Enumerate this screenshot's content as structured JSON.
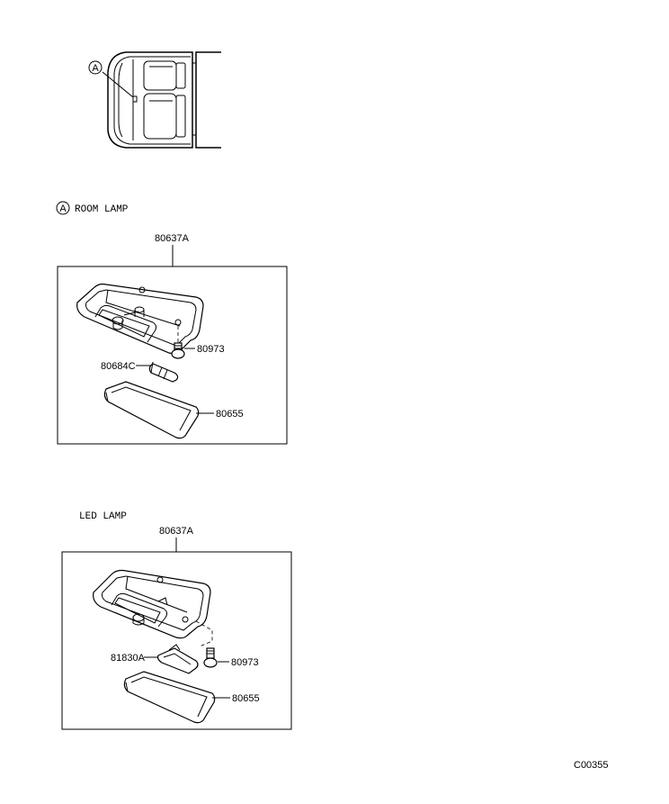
{
  "locator": {
    "marker": "A"
  },
  "room_lamp": {
    "marker": "A",
    "title": "ROOM LAMP",
    "top_part": "80637A",
    "screw": "80973",
    "bulb": "80684C",
    "lens": "80655"
  },
  "led_lamp": {
    "title": "LED LAMP",
    "top_part": "80637A",
    "led_unit": "81830A",
    "screw": "80973",
    "lens": "80655"
  },
  "figure_code": "C00355"
}
